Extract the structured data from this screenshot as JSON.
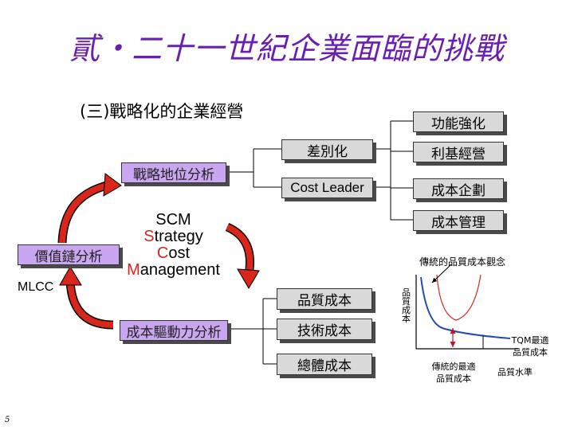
{
  "title": "貳‧二十一世紀企業面臨的挑戰",
  "subtitle": "(三)戰略化的企業經營",
  "left_cycle": {
    "strategic_position": "戰略地位分析",
    "value_chain": "價值鏈分析",
    "cost_driver": "成本驅動力分析",
    "mlcc": "MLCC",
    "scm": [
      "SCM",
      "Strategy",
      "Cost",
      "Management"
    ],
    "scm_initials": [
      "S",
      "S",
      "C",
      "M"
    ],
    "scm_rest": [
      "CM",
      "trategy",
      "ost",
      "anagement"
    ]
  },
  "tree_upper": {
    "differentiation": "差別化",
    "cost_leader": "Cost Leader",
    "functional": "功能強化",
    "profit_mgmt": "利基經營",
    "cost_planning": "成本企劃",
    "cost_management": "成本管理"
  },
  "tree_lower": {
    "quality_cost": "品質成本",
    "technical_cost": "技術成本",
    "total_cost": "總體成本"
  },
  "quality_chart": {
    "concept_label": "傳統的品質成本觀念",
    "y_axis_label": "品質成本",
    "traditional_optimum": "傳統的最適品質成本",
    "tqm_optimum": "TQM最適品質成本",
    "quality_level": "品質水準"
  },
  "page_number": "5",
  "colors": {
    "accent": "#6a1fb0",
    "box_purple": "#c9a7f0",
    "box_gray": "#d9d9d9",
    "arrow_red": "#c8102e",
    "curve_blue": "#1f4fa8"
  }
}
